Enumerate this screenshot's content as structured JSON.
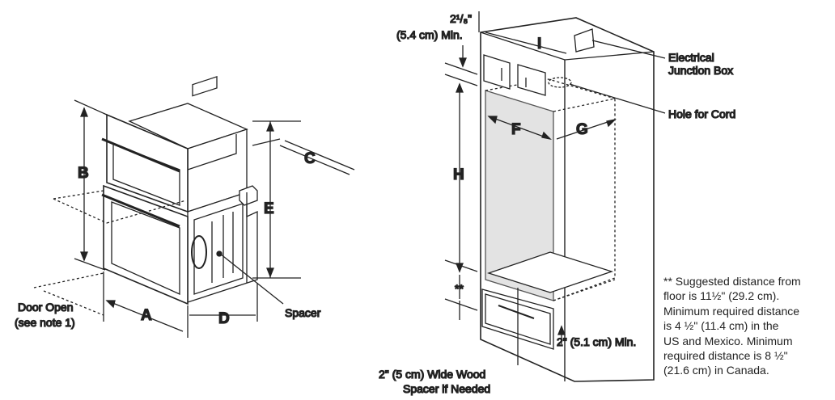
{
  "left_diagram": {
    "dims": {
      "A": "A",
      "B": "B",
      "C": "C",
      "D": "D",
      "E": "E"
    },
    "door_open": "Door Open",
    "see_note": "(see note 1)",
    "spacer": "Spacer"
  },
  "right_diagram": {
    "dims": {
      "F": "F",
      "G": "G",
      "H": "H",
      "I": "I"
    },
    "top_clearance_frac": "2¹/₈\"",
    "top_clearance_min": "(5.4 cm) Min.",
    "electrical_line1": "Electrical",
    "electrical_line2": "Junction Box",
    "hole_for_cord": "Hole for Cord",
    "double_star": "**",
    "bottom_min": "2\" (5.1 cm) Min.",
    "wood_spacer_line1": "2\" (5 cm) Wide Wood",
    "wood_spacer_line2": "Spacer if Needed"
  },
  "note": {
    "lines": [
      "** Suggested distance from",
      "floor is 11½\" (29.2 cm).",
      "Minimum required distance",
      "is 4 ½\" (11.4 cm) in the",
      "US and Mexico. Minimum",
      "required distance is 8 ½\"",
      "(21.6 cm) in Canada."
    ]
  }
}
